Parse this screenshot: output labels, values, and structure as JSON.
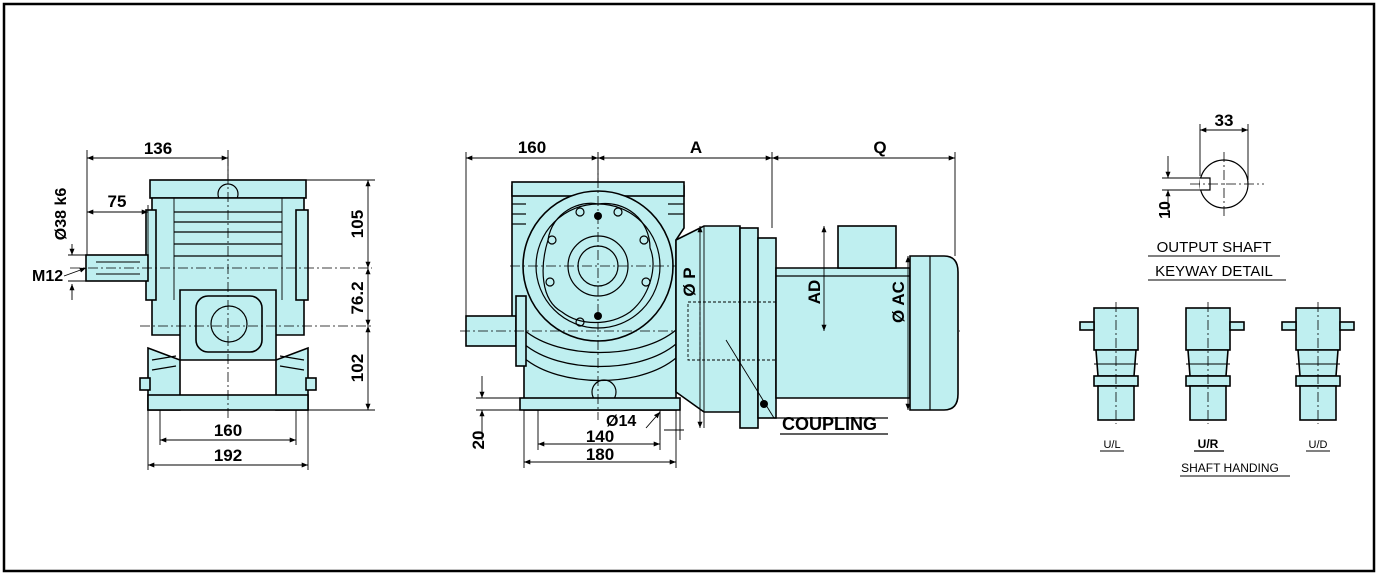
{
  "side_view": {
    "dims": {
      "top_width": "136",
      "shaft_length": "75",
      "shaft_dia": "Ø38 k6",
      "thread": "M12",
      "h_top": "105",
      "h_mid": "76.2",
      "h_bot": "102",
      "foot_inner": "160",
      "foot_outer": "192"
    }
  },
  "front_view": {
    "dims": {
      "width_top": "160",
      "a": "A",
      "q": "Q",
      "p": "Ø P",
      "ad": "AD",
      "ac": "Ø AC",
      "hole": "Ø14",
      "foot_h": "20",
      "foot_inner": "140",
      "foot_outer": "180"
    },
    "coupling_label": "COUPLING"
  },
  "keyway": {
    "width": "33",
    "depth": "10",
    "caption_line1": "OUTPUT SHAFT",
    "caption_line2": "KEYWAY DETAIL"
  },
  "handing": {
    "options": [
      "U/L",
      "U/R",
      "U/D"
    ],
    "caption": "SHAFT HANDING"
  },
  "colors": {
    "body_fill": "#bfeff0",
    "line": "#000000",
    "frame": "#000000"
  }
}
